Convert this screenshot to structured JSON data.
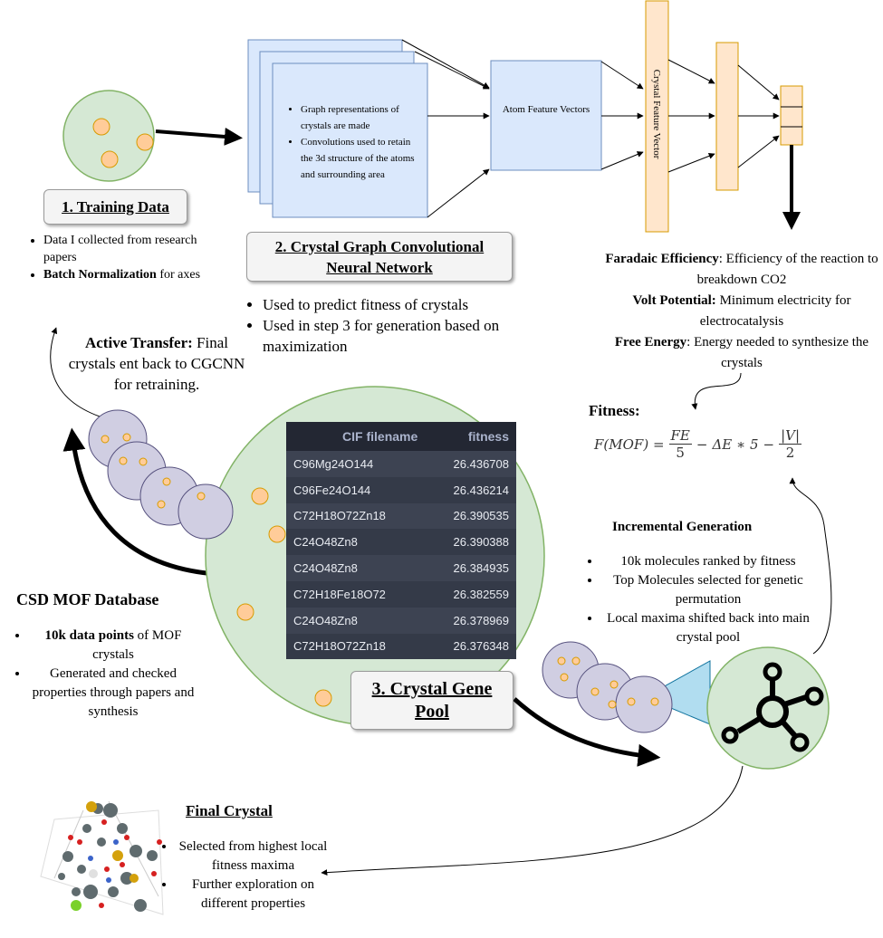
{
  "training": {
    "title": "1. Training Data",
    "bullets": [
      {
        "text": "Data I collected from research papers"
      },
      {
        "bold": "Batch Normalization",
        "text": " for axes"
      }
    ]
  },
  "cgcnn": {
    "title_line1": "2. Crystal Graph Convolutional",
    "title_line2": "Neural Network",
    "doc_bullets": [
      "Graph representations of crystals are made",
      "Convolutions used to retain the 3d structure of the atoms and surrounding area"
    ],
    "uses": [
      "Used to predict fitness of crystals",
      "Used in step 3 for generation based on maximization"
    ]
  },
  "atom_feature": "Atom Feature Vectors",
  "crystal_feature": "Crystal Feature Vector",
  "properties": [
    {
      "bold": "Faradaic Efficiency",
      "text": ": Efficiency of the reaction to breakdown CO2"
    },
    {
      "bold": "Volt Potential:",
      "text": " Minimum electricity for electrocatalysis"
    },
    {
      "bold": "Free Energy",
      "text": ": Energy needed to synthesize the crystals"
    }
  ],
  "fitness": {
    "label": "Fitness:",
    "lhs": "F(MOF) =",
    "t1_num": "FE",
    "t1_den": "5",
    "minus1": "−",
    "mid": "ΔE ∗ 5",
    "minus2": "−",
    "t3_num": "|V|",
    "t3_den": "2"
  },
  "active_transfer": {
    "bold": "Active Transfer:",
    "text": " Final crystals ent back to CGCNN for retraining."
  },
  "table": {
    "headers": [
      "CIF filename",
      "fitness"
    ],
    "rows": [
      [
        "C96Mg24O144",
        "26.436708"
      ],
      [
        "C96Fe24O144",
        "26.436214"
      ],
      [
        "C72H18O72Zn18",
        "26.390535"
      ],
      [
        "C24O48Zn8",
        "26.390388"
      ],
      [
        "C24O48Zn8",
        "26.384935"
      ],
      [
        "C72H18Fe18O72",
        "26.382559"
      ],
      [
        "C24O48Zn8",
        "26.378969"
      ],
      [
        "C72H18O72Zn18",
        "26.376348"
      ]
    ]
  },
  "gene_pool": {
    "line1": "3. Crystal Gene",
    "line2": "Pool"
  },
  "csd": {
    "title": "CSD MOF Database",
    "bullets": [
      {
        "bold": "10k data points",
        "text": " of MOF crystals"
      },
      {
        "text": "Generated and checked properties through papers and synthesis"
      }
    ]
  },
  "incremental": {
    "title": "Incremental Generation",
    "bullets": [
      "10k molecules ranked by fitness",
      "Top Molecules selected for genetic permutation",
      "Local maxima shifted back into main crystal pool"
    ]
  },
  "final": {
    "title": "Final Crystal",
    "bullets": [
      "Selected from highest local fitness maxima",
      "Further exploration on different properties"
    ]
  },
  "colors": {
    "pool_fill": "#d5e8d4",
    "pool_stroke": "#82b366",
    "particle": "#ffcc99",
    "particle_stroke": "#d79b00",
    "blue_fill": "#dae8fc",
    "blue_stroke": "#6c8ebf",
    "orange_fill": "#ffe6cc",
    "orange_stroke": "#d79b00",
    "lavender": "#d0cee2",
    "lavender_stroke": "#56517e",
    "table_dark": "#343a48"
  }
}
